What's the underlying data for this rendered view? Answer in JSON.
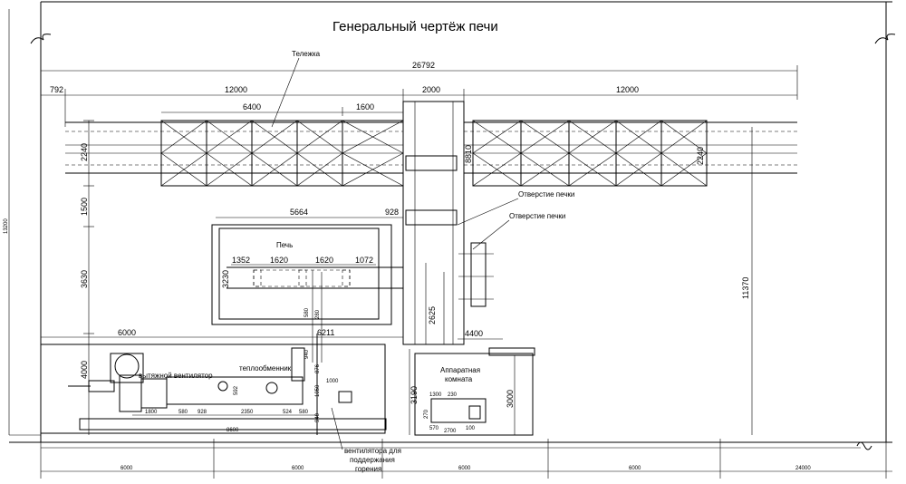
{
  "title": "Генеральный чертёж печи",
  "labels": {
    "trolley": "Тележка",
    "furnace": "Печь",
    "furnace_opening_1": "Отверстие печки",
    "furnace_opening_2": "Отверстие печки",
    "exhaust_fan": "вытяжной вентилятор",
    "heat_exchanger": "теплообменник",
    "control_room_1": "Аппаратная",
    "control_room_2": "комната",
    "combustion_fan_1": "вентилятора для",
    "combustion_fan_2": "поддержания",
    "combustion_fan_3": "горения"
  },
  "dims": {
    "overall": "26792",
    "left_792": "792",
    "track_left_12000": "12000",
    "span_2000": "2000",
    "track_right_12000": "12000",
    "d_6400": "6400",
    "d_1600": "1600",
    "v_2240_left": "2240",
    "v_8810": "8810",
    "v_2240_right": "2240",
    "v_13200": "13200",
    "v_1500": "1500",
    "d_5664": "5664",
    "d_928": "928",
    "d_1352": "1352",
    "d_1620_a": "1620",
    "d_1620_b": "1620",
    "d_1072": "1072",
    "v_3630": "3630",
    "v_3230": "3230",
    "v_11370": "11370",
    "v_2625": "2625",
    "d_6000": "6000",
    "d_6211": "6211",
    "d_4400": "4400",
    "v_4000": "4000",
    "v_3190": "3190",
    "v_3000": "3000",
    "s_580": "580",
    "s_280": "280",
    "s_940": "940",
    "s_876": "876",
    "s_1000": "1000",
    "s_1050": "1050",
    "s_592": "592",
    "s_1800": "1800",
    "s_580b": "580",
    "s_928": "928",
    "s_2350": "2350",
    "s_524": "524",
    "s_580c": "580",
    "s_8600": "8600",
    "s_940b": "940",
    "s_2700": "2700",
    "s_1300": "1300",
    "s_230": "230",
    "s_270": "270",
    "s_570": "570",
    "s_100": "100",
    "g_6000_a": "6000",
    "g_6000_b": "6000",
    "g_6000_c": "6000",
    "g_6000_d": "6000",
    "g_24000": "24000"
  }
}
